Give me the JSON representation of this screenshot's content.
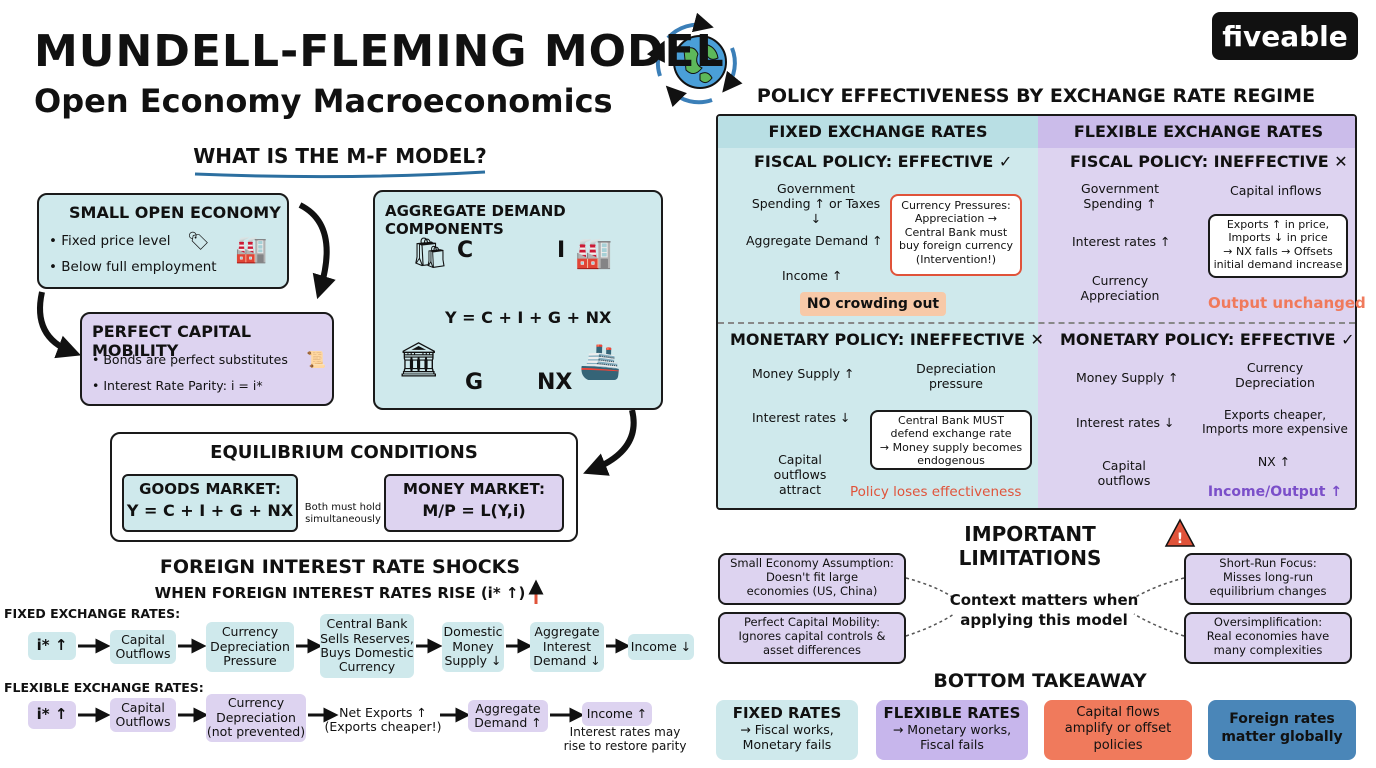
{
  "header": {
    "title": "MUNDELL-FLEMING MODEL",
    "subtitle": "Open Economy Macroeconomics",
    "logo": "fiveable"
  },
  "what_is": {
    "heading": "WHAT IS THE M-F MODEL?",
    "small_open": {
      "title": "SMALL OPEN ECONOMY",
      "items": [
        "• Fixed price level",
        "• Below full employment"
      ]
    },
    "capital_mobility": {
      "title": "PERFECT CAPITAL MOBILITY",
      "items": [
        "• Bonds are perfect substitutes",
        "• Interest Rate Parity: i = i*"
      ]
    },
    "ad_components": {
      "title": "AGGREGATE DEMAND COMPONENTS",
      "c": "C",
      "i": "I",
      "g": "G",
      "nx": "NX",
      "equation": "Y = C + I + G + NX"
    }
  },
  "equilibrium": {
    "title": "EQUILIBRIUM CONDITIONS",
    "goods_title": "GOODS MARKET:",
    "goods_eq": "Y = C + I + G + NX",
    "note": "Both must hold\nsimultaneously",
    "money_title": "MONEY MARKET:",
    "money_eq": "M/P = L(Y,i)"
  },
  "shocks": {
    "title": "FOREIGN INTEREST RATE SHOCKS",
    "subtitle": "WHEN FOREIGN INTEREST RATES RISE (i* ↑)",
    "fixed_label": "FIXED EXCHANGE RATES:",
    "fixed_steps": [
      "i* ↑",
      "Capital\nOutflows",
      "Currency\nDepreciation\nPressure",
      "Central Bank\nSells Reserves,\nBuys Domestic\nCurrency",
      "Domestic\nMoney\nSupply ↓",
      "Aggregate\nInterest\nDemand ↓",
      "Income ↓"
    ],
    "flex_label": "FLEXIBLE EXCHANGE RATES:",
    "flex_steps": [
      "i* ↑",
      "Capital\nOutflows",
      "Currency\nDepreciation\n(not prevented)",
      "Net Exports ↑\n(Exports cheaper!)",
      "Aggregate\nDemand ↑",
      "Income ↑"
    ],
    "flex_note": "Interest rates may\nrise to restore parity"
  },
  "policy": {
    "title": "POLICY EFFECTIVENESS BY EXCHANGE RATE REGIME",
    "fixed_header": "FIXED EXCHANGE RATES",
    "flex_header": "FLEXIBLE EXCHANGE RATES",
    "fixed_fiscal": {
      "title": "FISCAL POLICY: EFFECTIVE ✓",
      "steps": [
        "Government\nSpending ↑ or Taxes ↓",
        "Aggregate Demand ↑",
        "Income ↑"
      ],
      "box": "Currency Pressures:\nAppreciation →\nCentral Bank must\nbuy foreign currency\n(Intervention!)",
      "result": "NO crowding out"
    },
    "flex_fiscal": {
      "title": "FISCAL POLICY: INEFFECTIVE ✕",
      "steps": [
        "Government\nSpending ↑",
        "Interest rates ↑",
        "Currency\nAppreciation"
      ],
      "inflow": "Capital inflows",
      "box": "Exports ↑ in price,\nImports ↓ in price\n→ NX falls → Offsets\ninitial demand increase",
      "result": "Output unchanged"
    },
    "fixed_monetary": {
      "title": "MONETARY POLICY: INEFFECTIVE ✕",
      "steps": [
        "Money Supply ↑",
        "Interest rates ↓",
        "Capital\noutflows\nattract"
      ],
      "pressure": "Depreciation\npressure",
      "box": "Central Bank MUST\ndefend exchange rate\n→ Money supply becomes\nendogenous",
      "result": "Policy loses effectiveness"
    },
    "flex_monetary": {
      "title": "MONETARY POLICY: EFFECTIVE ✓",
      "steps": [
        "Money Supply ↑",
        "Interest rates ↓",
        "Capital\noutflows"
      ],
      "chain": [
        "Currency\nDepreciation",
        "Exports cheaper,\nImports more expensive",
        "NX ↑",
        "Income/Output ↑"
      ]
    }
  },
  "limitations": {
    "title": "IMPORTANT LIMITATIONS",
    "center": "Context matters when\napplying this model",
    "items": [
      "Small Economy Assumption:\nDoesn't fit large\neconomies (US, China)",
      "Perfect Capital Mobility:\nIgnores capital controls &\nasset differences",
      "Short-Run Focus:\nMisses long-run\nequilibrium changes",
      "Oversimplification:\nReal economies have\nmany complexities"
    ]
  },
  "takeaway": {
    "title": "BOTTOM TAKEAWAY",
    "fixed_title": "FIXED RATES",
    "fixed_text": "→ Fiscal works,\nMonetary fails",
    "flex_title": "FLEXIBLE RATES",
    "flex_text": "→ Monetary works,\nFiscal fails",
    "capital": "Capital flows\namplify or offset\npolicies",
    "foreign": "Foreign rates\nmatter globally"
  },
  "colors": {
    "teal": "#cfe9ec",
    "lavender": "#ddd3f0",
    "orange": "#f07a5c",
    "purple": "#7b4fc9",
    "blue": "#4a86b8",
    "accent_red": "#e0533a"
  }
}
